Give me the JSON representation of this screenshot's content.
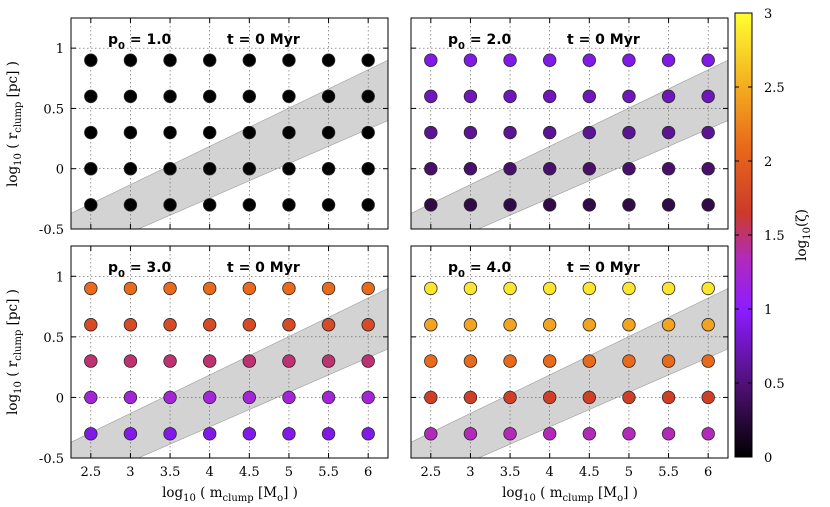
{
  "chart_data": [
    {
      "type": "scatter",
      "p0_label": "p",
      "p0_sub": "0",
      "p0_value": "= 1.0",
      "time_label": "t = 0 Myr",
      "x": [
        2.5,
        3.0,
        3.5,
        4.0,
        4.5,
        5.0,
        5.5,
        6.0
      ],
      "y": [
        -0.3,
        0.0,
        0.3,
        0.6,
        0.9
      ],
      "log_zeta": [
        [
          0.0,
          0.0,
          0.0,
          0.0,
          0.0,
          0.0,
          0.0,
          0.0
        ],
        [
          0.0,
          0.0,
          0.0,
          0.0,
          0.0,
          0.0,
          0.0,
          0.0
        ],
        [
          0.0,
          0.0,
          0.0,
          0.0,
          0.0,
          0.0,
          0.0,
          0.0
        ],
        [
          0.0,
          0.0,
          0.0,
          0.0,
          0.0,
          0.0,
          0.0,
          0.0
        ],
        [
          0.0,
          0.0,
          0.0,
          0.0,
          0.0,
          0.0,
          0.0,
          0.0
        ]
      ]
    },
    {
      "type": "scatter",
      "p0_label": "p",
      "p0_sub": "0",
      "p0_value": "= 2.0",
      "time_label": "t = 0 Myr",
      "x": [
        2.5,
        3.0,
        3.5,
        4.0,
        4.5,
        5.0,
        5.5,
        6.0
      ],
      "y": [
        -0.3,
        0.0,
        0.3,
        0.6,
        0.9
      ],
      "log_zeta": [
        [
          0.3,
          0.3,
          0.3,
          0.3,
          0.3,
          0.3,
          0.3,
          0.3
        ],
        [
          0.45,
          0.45,
          0.45,
          0.45,
          0.45,
          0.45,
          0.45,
          0.45
        ],
        [
          0.6,
          0.6,
          0.6,
          0.6,
          0.6,
          0.6,
          0.6,
          0.6
        ],
        [
          0.75,
          0.75,
          0.75,
          0.75,
          0.75,
          0.75,
          0.75,
          0.75
        ],
        [
          0.9,
          0.9,
          0.9,
          0.9,
          0.9,
          0.9,
          0.9,
          0.9
        ]
      ]
    },
    {
      "type": "scatter",
      "p0_label": "p",
      "p0_sub": "0",
      "p0_value": "= 3.0",
      "time_label": "t = 0 Myr",
      "x": [
        2.5,
        3.0,
        3.5,
        4.0,
        4.5,
        5.0,
        5.5,
        6.0
      ],
      "y": [
        -0.3,
        0.0,
        0.3,
        0.6,
        0.9
      ],
      "log_zeta": [
        [
          0.9,
          0.9,
          0.9,
          0.9,
          0.9,
          0.9,
          0.9,
          0.9
        ],
        [
          1.2,
          1.2,
          1.2,
          1.2,
          1.2,
          1.2,
          1.2,
          1.2
        ],
        [
          1.5,
          1.5,
          1.5,
          1.5,
          1.5,
          1.5,
          1.5,
          1.5
        ],
        [
          1.8,
          1.8,
          1.8,
          1.8,
          1.8,
          1.8,
          1.8,
          1.8
        ],
        [
          2.1,
          2.1,
          2.1,
          2.1,
          2.1,
          2.1,
          2.1,
          2.1
        ]
      ]
    },
    {
      "type": "scatter",
      "p0_label": "p",
      "p0_sub": "0",
      "p0_value": "= 4.0",
      "time_label": "t = 0 Myr",
      "x": [
        2.5,
        3.0,
        3.5,
        4.0,
        4.5,
        5.0,
        5.5,
        6.0
      ],
      "y": [
        -0.3,
        0.0,
        0.3,
        0.6,
        0.9
      ],
      "log_zeta": [
        [
          1.35,
          1.35,
          1.35,
          1.35,
          1.35,
          1.35,
          1.35,
          1.35
        ],
        [
          1.7,
          1.7,
          1.7,
          1.7,
          1.7,
          1.7,
          1.7,
          1.7
        ],
        [
          2.1,
          2.1,
          2.1,
          2.1,
          2.1,
          2.1,
          2.1,
          2.1
        ],
        [
          2.45,
          2.45,
          2.45,
          2.45,
          2.45,
          2.45,
          2.45,
          2.45
        ],
        [
          2.85,
          2.85,
          2.85,
          2.85,
          2.85,
          2.85,
          2.85,
          2.85
        ]
      ]
    }
  ],
  "axes": {
    "xlim": [
      2.25,
      6.25
    ],
    "ylim": [
      -0.5,
      1.25
    ],
    "xticks": [
      "2.5",
      "3",
      "3.5",
      "4",
      "4.5",
      "5",
      "5.5",
      "6"
    ],
    "xtick_values": [
      2.5,
      3.0,
      3.5,
      4.0,
      4.5,
      5.0,
      5.5,
      6.0
    ],
    "yticks": [
      "-0.5",
      "0",
      "0.5",
      "1"
    ],
    "ytick_values": [
      -0.5,
      0.0,
      0.5,
      1.0
    ],
    "xlabel": "log10 ( mclump [Mo] )",
    "ylabel": "log10 ( rclump [pc] )",
    "grid": true,
    "shaded_band": {
      "lower_line": [
        [
          3.1,
          -0.5
        ],
        [
          6.25,
          0.4
        ]
      ],
      "upper_line": [
        [
          2.25,
          -0.37
        ],
        [
          6.25,
          0.9
        ]
      ]
    }
  },
  "colorbar": {
    "label": "log10(ζ)",
    "range": [
      0,
      3
    ],
    "ticks": [
      "0",
      "0.5",
      "1",
      "1.5",
      "2",
      "2.5",
      "3"
    ],
    "tick_values": [
      0,
      0.5,
      1,
      1.5,
      2,
      2.5,
      3
    ]
  },
  "colors": {
    "background": "#ffffff",
    "band": "#d3d3d3",
    "grid": "#555555"
  }
}
